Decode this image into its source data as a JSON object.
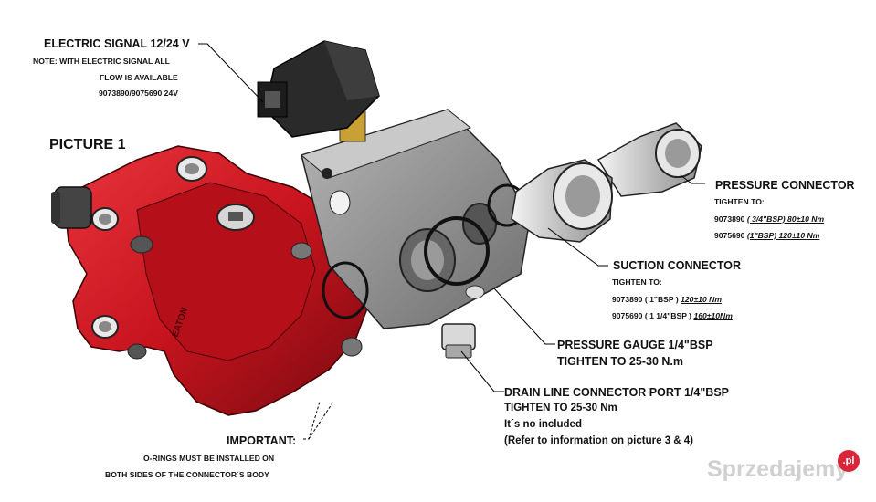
{
  "title": "PICTURE 1",
  "electric": {
    "heading": "ELECTRIC SIGNAL 12/24 V",
    "note1": "NOTE: WITH ELECTRIC SIGNAL ALL",
    "note2": "FLOW IS AVAILABLE",
    "note3": "9073890/9075690 24V"
  },
  "pressure": {
    "heading": "PRESSURE CONNECTOR",
    "tighten": "TIGHTEN TO:",
    "line1_code": "9073890",
    "line1_spec": "( 3/4\"BSP) 80±10 Nm",
    "line2_code": "9075690",
    "line2_spec": "(1\"BSP) 120±10 Nm"
  },
  "suction": {
    "heading": "SUCTION CONNECTOR",
    "tighten": "TIGHTEN TO:",
    "line1_code": "9073890 ( 1\"BSP )",
    "line1_spec": "120±10 Nm",
    "line2_code": "9075690 ( 1 1/4\"BSP )",
    "line2_spec": "160±10Nm"
  },
  "gauge": {
    "heading": "PRESSURE GAUGE 1/4\"BSP",
    "tighten": "TIGHTEN TO 25-30 N.m"
  },
  "drain": {
    "heading": "DRAIN LINE CONNECTOR PORT 1/4\"BSP",
    "tighten": "TIGHTEN TO 25-30 Nm",
    "note": "It´s no included",
    "refer": "(Refer to information on picture 3 & 4)"
  },
  "important": {
    "heading": "IMPORTANT:",
    "line1": "O-RINGS MUST BE INSTALLED ON",
    "line2": "BOTH SIDES OF THE CONNECTOR´S BODY"
  },
  "stamp": "EATON",
  "watermark": {
    "text": "Sprzedajemy",
    "badge": ".pl"
  },
  "colors": {
    "pump_red": "#c8141e",
    "block_grey": "#8a8a8a",
    "fitting_silver": "#d0d0d0",
    "coil_black": "#222222",
    "watermark_red": "#d8263a"
  }
}
